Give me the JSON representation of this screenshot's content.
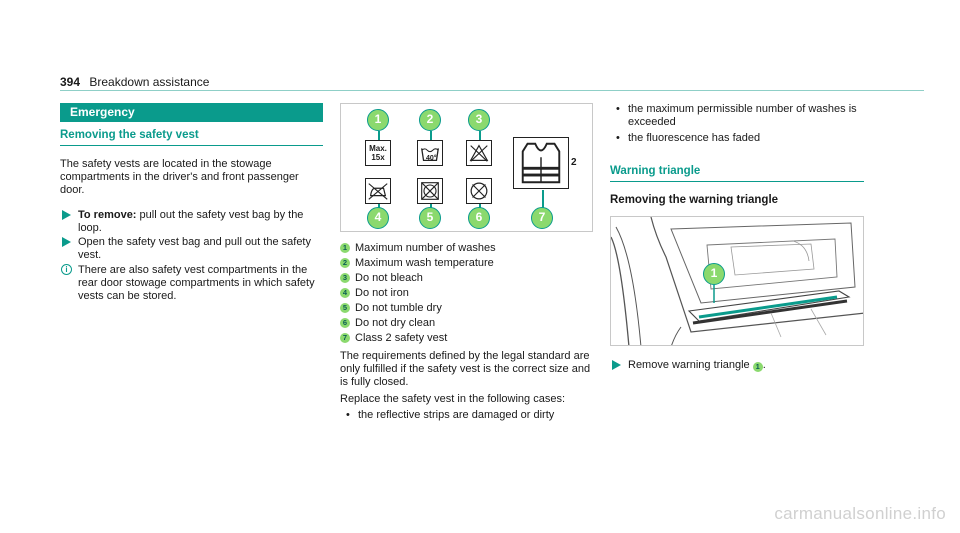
{
  "header": {
    "page_number": "394",
    "section": "Breakdown assistance"
  },
  "col1": {
    "bar_title": "Emergency",
    "sub_title": "Removing the safety vest",
    "intro": "The safety vests are located in the stowage compartments in the driver's and front passenger door.",
    "step1_label": "To remove:",
    "step1_text": " pull out the safety vest bag by the loop.",
    "step2_text": "Open the safety vest bag and pull out the safety vest.",
    "info_text": "There are also safety vest compartments in the rear door stowage compartments in which safety vests can be stored."
  },
  "figure": {
    "badges": [
      "1",
      "2",
      "3",
      "4",
      "5",
      "6",
      "7"
    ],
    "sym1_line1": "Max.",
    "sym1_line2": "15x",
    "sym2_temp": "40°",
    "class_label": "2"
  },
  "legend": [
    {
      "num": "1",
      "text": "Maximum number of washes"
    },
    {
      "num": "2",
      "text": "Maximum wash temperature"
    },
    {
      "num": "3",
      "text": "Do not bleach"
    },
    {
      "num": "4",
      "text": "Do not iron"
    },
    {
      "num": "5",
      "text": "Do not tumble dry"
    },
    {
      "num": "6",
      "text": "Do not dry clean"
    },
    {
      "num": "7",
      "text": "Class 2 safety vest"
    }
  ],
  "col2": {
    "requirements": "The requirements defined by the legal standard are only fulfilled if the safety vest is the correct size and is fully closed.",
    "replace_intro": "Replace the safety vest in the following cases:",
    "bullet1": "the reflective strips are damaged or dirty"
  },
  "col3": {
    "bullet2": "the maximum permissible number of washes is exceeded",
    "bullet3": "the fluorescence has faded",
    "sub_title": "Warning triangle",
    "sub_heading": "Removing the warning triangle",
    "photo_badge": "1",
    "step_text": "Remove warning triangle ",
    "step_num": "1",
    "step_end": "."
  },
  "watermark": "carmanualsonline.info",
  "colors": {
    "accent": "#0a9b8c",
    "badge_fill": "#8bd96e"
  }
}
